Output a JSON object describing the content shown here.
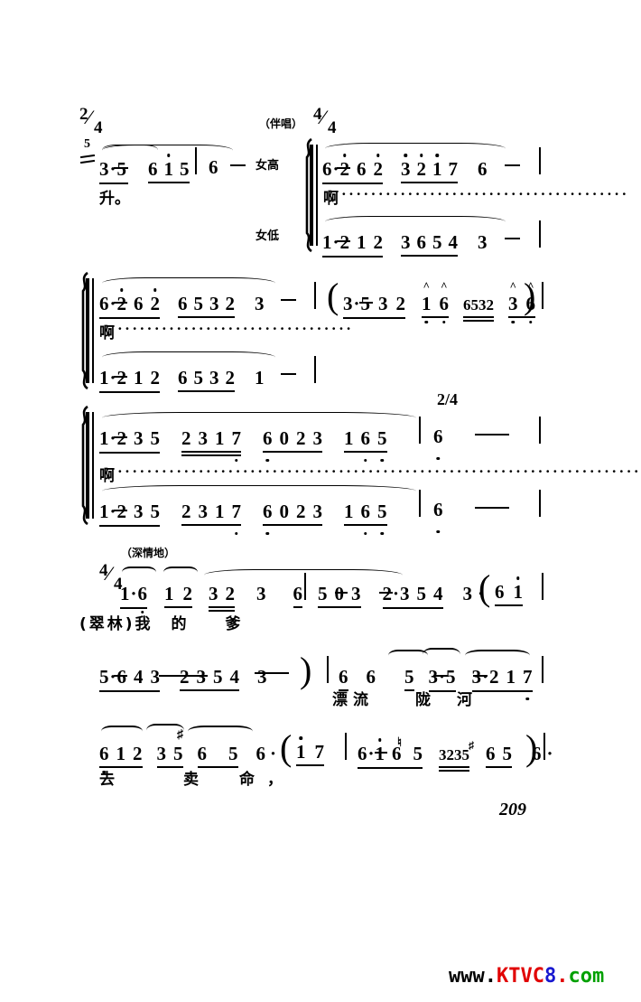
{
  "document": {
    "type": "jianpu-sheet-music",
    "page_number": "209",
    "watermark": {
      "parts": [
        {
          "text": "www.",
          "color": "#000000"
        },
        {
          "text": "KTVC",
          "color": "#e10000"
        },
        {
          "text": "8",
          "color": "#1818d0"
        },
        {
          "text": ".",
          "color": "#e10000"
        },
        {
          "text": "com",
          "color": "#00a000"
        }
      ]
    }
  },
  "markings": {
    "time_2_4_top": {
      "num": "2",
      "den": "4"
    },
    "time_4_4_sys1": {
      "num": "4",
      "den": "4"
    },
    "time_4_4_sys4": {
      "num": "4",
      "den": "4"
    },
    "time_2_4_sys3": "2/4",
    "accompaniment": "（伴唱）",
    "expressive": "（深情地）",
    "measure_number": "5",
    "voice_soprano": "女高",
    "voice_alto": "女低"
  },
  "systems": [
    {
      "id": "system-1",
      "left_phrase": {
        "notes": [
          "3·5",
          "6",
          "1",
          "5",
          "6",
          "—"
        ],
        "lyric": "升。"
      },
      "soprano": {
        "notes": [
          "6·2",
          "6",
          "2",
          "3",
          "2",
          "1",
          "7",
          "6",
          "—"
        ],
        "lyric": "啊"
      },
      "alto": {
        "notes": [
          "1·2",
          "1",
          "2",
          "3",
          "6",
          "5",
          "4",
          "3",
          "—"
        ]
      }
    },
    {
      "id": "system-2",
      "soprano": {
        "notes": [
          "6·2",
          "6",
          "2",
          "6",
          "5",
          "3",
          "2",
          "3",
          "—"
        ],
        "lyric": "啊"
      },
      "alto": {
        "notes": [
          "1·2",
          "1",
          "2",
          "6",
          "5",
          "3",
          "2",
          "1",
          "—"
        ]
      },
      "bracketed": {
        "notes": [
          "3·5",
          "3",
          "2",
          "1",
          "6",
          "6532",
          "3",
          "6"
        ]
      }
    },
    {
      "id": "system-3",
      "soprano": {
        "notes": [
          "1·2",
          "3",
          "5",
          "2",
          "3",
          "1",
          "7",
          "6",
          "0",
          "2",
          "3",
          "1",
          "6",
          "5",
          "6",
          "—"
        ],
        "lyric": "啊"
      },
      "alto": {
        "notes": [
          "1·2",
          "3",
          "5",
          "2",
          "3",
          "1",
          "7",
          "6",
          "0",
          "2",
          "3",
          "1",
          "6",
          "5",
          "6",
          "—"
        ]
      }
    },
    {
      "id": "system-4",
      "melody_line_1": {
        "notes": [
          "1·6",
          "1",
          "2",
          "3",
          "2",
          "3",
          "6",
          "5",
          "0",
          "3",
          "2·3",
          "5",
          "4",
          "3",
          "·",
          "6",
          "1"
        ],
        "lyric": "(翠林)我　的　　爹"
      },
      "melody_line_2": {
        "notes": [
          "5·6",
          "4",
          "3",
          "2",
          "3",
          "5",
          "4",
          "3",
          "—",
          "6",
          "6",
          "5",
          "3·5",
          "3·2",
          "1",
          "7"
        ],
        "lyric": "漂流　　陇　河"
      },
      "melody_line_3": {
        "notes": [
          "6",
          "1",
          "2",
          "3",
          "5",
          "6",
          "♯",
          "5",
          "6",
          "·",
          "1",
          "7",
          "6·1",
          "6",
          "♮",
          "5",
          "3235",
          "6♯5",
          "6",
          "·"
        ],
        "lyric": "去　　卖　命，"
      }
    }
  ]
}
